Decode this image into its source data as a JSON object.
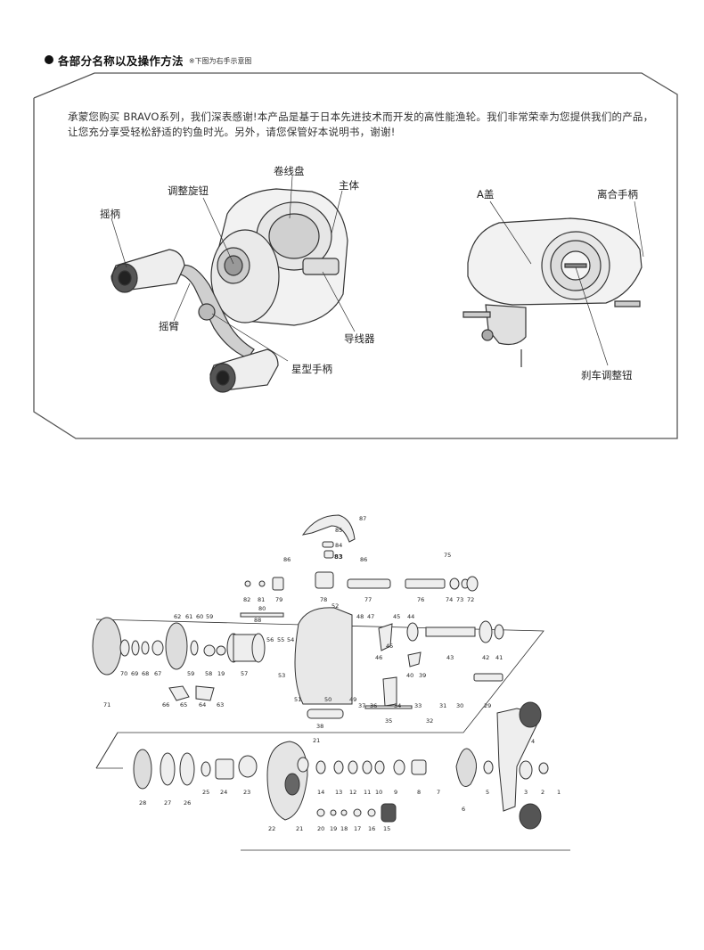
{
  "header": {
    "title": "各部分名称以及操作方法",
    "note": "※下图为右手示意图"
  },
  "intro": {
    "text": "承蒙您购买 BRAVO系列，我们深表感谢!本产品是基于日本先进技术而开发的高性能渔轮。我们非常荣幸为您提供我们的产品，让您充分享受轻松舒适的钓鱼时光。另外，请您保管好本说明书，谢谢!"
  },
  "callouts": {
    "spool": "卷线盘",
    "body": "主体",
    "adjust_knob": "调整旋钮",
    "handle": "摇柄",
    "handle_arm": "摇臂",
    "line_guide": "导线器",
    "star_drag": "星型手柄",
    "cover_a": "A盖",
    "clutch": "离合手柄",
    "brake_knob": "刹车调整钮"
  },
  "parts": [
    "87",
    "85",
    "84",
    "83",
    "86",
    "86",
    "75",
    "82",
    "81",
    "79",
    "78",
    "52",
    "77",
    "76",
    "74",
    "73",
    "72",
    "80",
    "62",
    "61",
    "60",
    "59",
    "88",
    "56",
    "55",
    "54",
    "48",
    "47",
    "45",
    "44",
    "45",
    "43",
    "42",
    "41",
    "70",
    "69",
    "68",
    "67",
    "59",
    "58",
    "19",
    "57",
    "53",
    "46",
    "40",
    "39",
    "71",
    "66",
    "65",
    "64",
    "63",
    "51",
    "50",
    "49",
    "37",
    "36",
    "34",
    "33",
    "31",
    "30",
    "29",
    "38",
    "35",
    "32",
    "4",
    "21",
    "28",
    "27",
    "26",
    "25",
    "24",
    "23",
    "14",
    "13",
    "12",
    "11",
    "10",
    "9",
    "8",
    "7",
    "6",
    "5",
    "3",
    "2",
    "1",
    "22",
    "21",
    "20",
    "19",
    "18",
    "17",
    "16",
    "15"
  ],
  "colors": {
    "line": "#333333",
    "frame": "#555555",
    "fill": "#dddddd"
  }
}
